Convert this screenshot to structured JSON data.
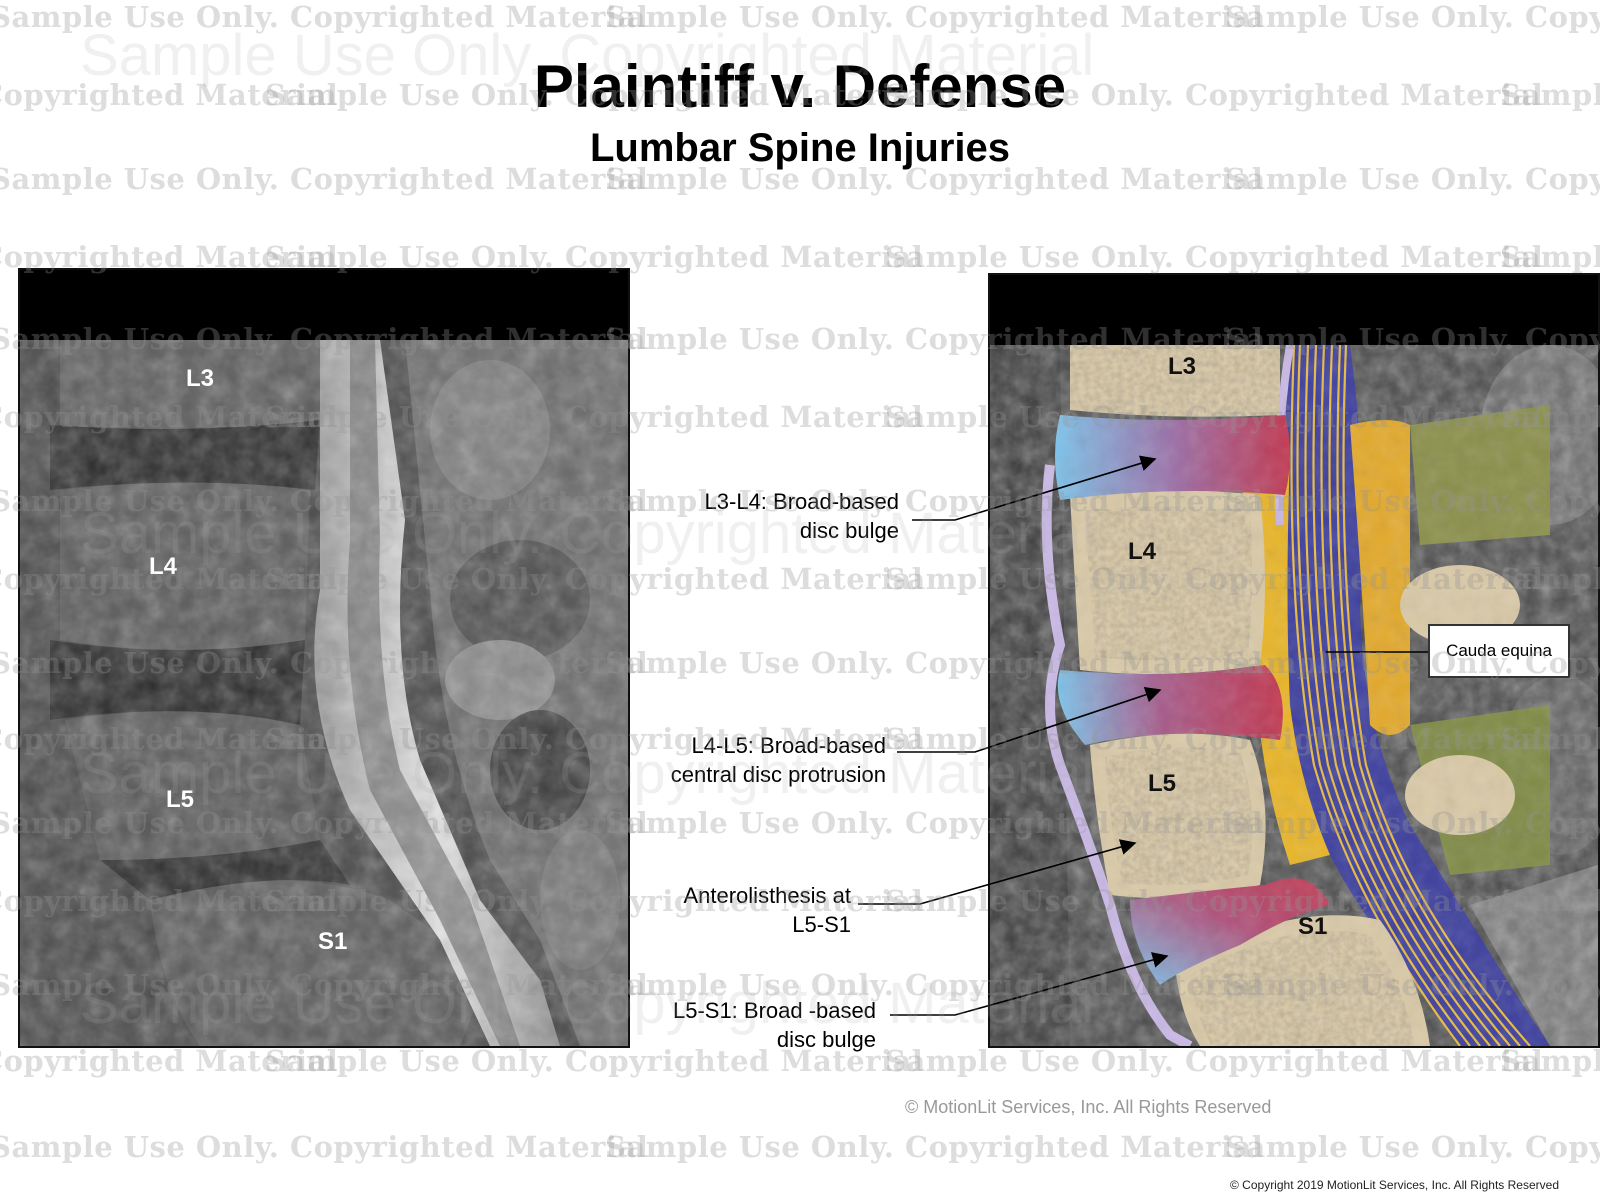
{
  "header": {
    "title": "Plaintiff v. Defense",
    "subtitle": "Lumbar Spine Injuries"
  },
  "left_panel": {
    "labels": [
      "L3",
      "L4",
      "L5",
      "S1"
    ]
  },
  "right_panel": {
    "labels": [
      "L3",
      "L4",
      "L5",
      "S1"
    ],
    "cauda_label": "Cauda  equina"
  },
  "callouts": [
    {
      "line1": "L3-L4: Broad-based",
      "line2": "disc bulge"
    },
    {
      "line1": "L4-L5: Broad-based",
      "line2": "central disc protrusion"
    },
    {
      "line1": "Anterolisthesis at",
      "line2": "L5-S1"
    },
    {
      "line1": "L5-S1: Broad -based",
      "line2": "disc bulge"
    }
  ],
  "watermark": {
    "text": "Sample Use Only. Copyrighted Material",
    "big_text": "Sample Use Only. Copyrighted Material"
  },
  "footer": {
    "copyright_mid": "© MotionLit Services, Inc. All Rights Reserved",
    "copyright_bottom": "© Copyright 2019 MotionLit Services, Inc. All Rights Reserved"
  },
  "colors": {
    "disc_blue": "#7cc3ea",
    "disc_red": "#c2354e",
    "bone": "#d9c9a6",
    "nerve_yellow": "#e9b527",
    "canal_blue": "#3d3f9e",
    "sheath": "#c9b8e6"
  }
}
